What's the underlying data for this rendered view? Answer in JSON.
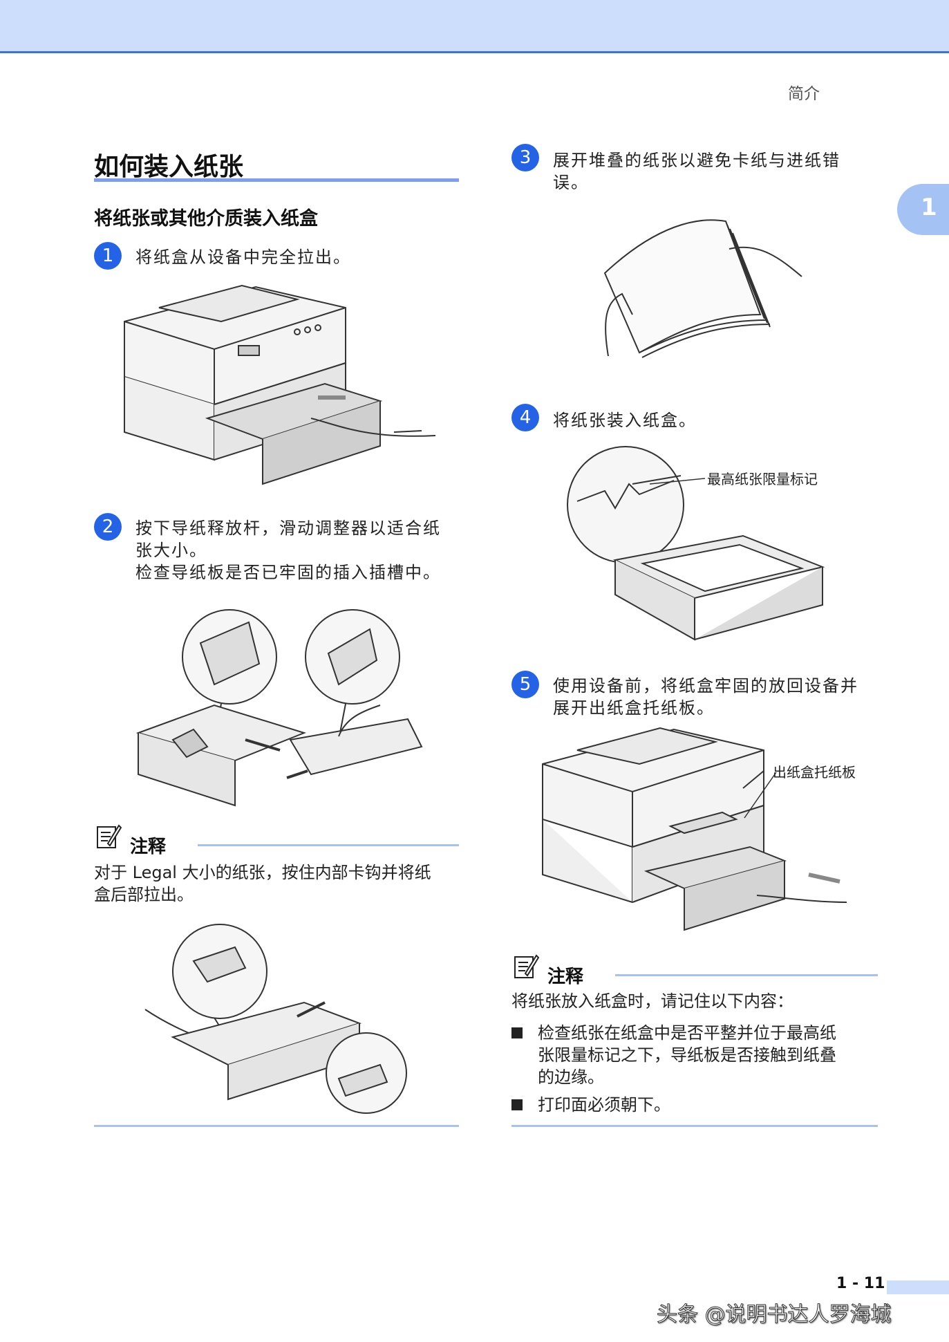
{
  "header": {
    "section_label": "简介",
    "chapter_number": "1"
  },
  "title": "如何装入纸张",
  "subtitle": "将纸张或其他介质装入纸盒",
  "steps": [
    {
      "number": "1",
      "lines": [
        "将纸盒从设备中完全拉出。"
      ]
    },
    {
      "number": "2",
      "lines": [
        "按下导纸释放杆，滑动调整器以适合纸",
        "张大小。",
        "检查导纸板是否已牢固的插入插槽中。"
      ]
    },
    {
      "number": "3",
      "lines": [
        "展开堆叠的纸张以避免卡纸与进纸错",
        "误。"
      ]
    },
    {
      "number": "4",
      "lines": [
        "将纸张装入纸盒。"
      ]
    },
    {
      "number": "5",
      "lines": [
        "使用设备前，将纸盒牢固的放回设备并",
        "展开出纸盒托纸板。"
      ]
    }
  ],
  "note_left": {
    "heading": "注释",
    "lines": [
      "对于 Legal 大小的纸张，按住内部卡钩并将纸",
      "盒后部拉出。"
    ]
  },
  "note_right": {
    "heading": "注释",
    "intro": "将纸张放入纸盒时，请记住以下内容：",
    "bullets": [
      {
        "lines": [
          "检查纸张在纸盒中是否平整并位于最高纸",
          "张限量标记之下，导纸板是否接触到纸叠",
          "的边缘。"
        ]
      },
      {
        "lines": [
          "打印面必须朝下。"
        ]
      }
    ]
  },
  "callouts": {
    "max_paper_mark": "最高纸张限量标记",
    "output_tray_support": "出纸盒托纸板"
  },
  "footer": {
    "page_number": "1 - 11",
    "watermark": "头条 @说明书达人罗海城"
  },
  "colors": {
    "accent_blue": "#2563e6",
    "band_blue": "#cdddfc",
    "rule_blue": "#7e9ff0"
  }
}
